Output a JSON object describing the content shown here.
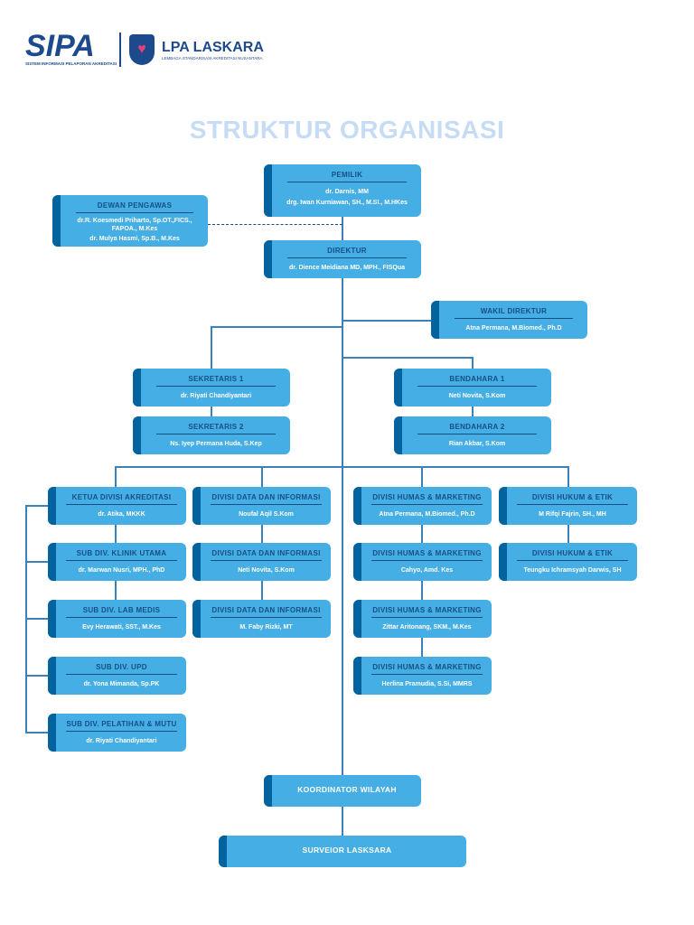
{
  "logos": {
    "sipa": "SIPA",
    "sipa_sub": "SISTEM INFORMASI PELAPORAN AKREDITASI",
    "lpa": "LPA LASKARA",
    "lpa_sub": "LEMBAGA STANDARISASI AKREDITASI NUSANTARA"
  },
  "title": "STRUKTUR ORGANISASI",
  "pemilik": {
    "title": "PEMILIK",
    "names": [
      "dr. Darnis, MM",
      "drg. Iwan Kurniawan, SH., M.SI., M.HKes"
    ]
  },
  "dewan": {
    "title": "DEWAN PENGAWAS",
    "names": [
      "dr.R. Koesmedi Priharto, Sp.OT.,FICS., FAPOA., M.Kes",
      "dr. Mulya Hasmi, Sp.B., M.Kes"
    ]
  },
  "direktur": {
    "title": "DIREKTUR",
    "name": "dr. Dience Meidiana MD, MPH., FISQua"
  },
  "wakil": {
    "title": "WAKIL DIREKTUR",
    "name": "Atna Permana, M.Biomed., Ph.D"
  },
  "sekretaris": [
    {
      "title": "SEKRETARIS 1",
      "name": "dr. Riyati Chandiyantari"
    },
    {
      "title": "SEKRETARIS 2",
      "name": "Ns. Iyep Permana Huda, S.Kep"
    }
  ],
  "bendahara": [
    {
      "title": "BENDAHARA 1",
      "name": "Neti Novita, S.Kom"
    },
    {
      "title": "BENDAHARA 2",
      "name": "Rian Akbar, S.Kom"
    }
  ],
  "akreditasi": [
    {
      "title": "KETUA DIVISI AKREDITASI",
      "name": "dr. Atika, MKKK"
    },
    {
      "title": "SUB DIV. KLINIK UTAMA",
      "name": "dr. Marwan Nusri, MPH., PhD"
    },
    {
      "title": "SUB DIV. LAB MEDIS",
      "name": "Evy Herawati, SST., M.Kes"
    },
    {
      "title": "SUB DIV. UPD",
      "name": "dr. Yona Mimanda, Sp.PK"
    },
    {
      "title": "SUB DIV. PELATIHAN & MUTU",
      "name": "dr. Riyati Chandiyantari"
    }
  ],
  "data_info": [
    {
      "title": "DIVISI DATA DAN INFORMASI",
      "name": "Noufal Aqil S.Kom"
    },
    {
      "title": "DIVISI DATA DAN INFORMASI",
      "name": "Neti Novita, S.Kom"
    },
    {
      "title": "DIVISI DATA DAN INFORMASI",
      "name": "M. Faby Rizki, MT"
    }
  ],
  "humas": [
    {
      "title": "DIVISI HUMAS & MARKETING",
      "name": "Atna Permana, M.Biomed., Ph.D"
    },
    {
      "title": "DIVISI HUMAS & MARKETING",
      "name": "Cahyo, Amd. Kes"
    },
    {
      "title": "DIVISI HUMAS & MARKETING",
      "name": "Zittar Aritonang, SKM., M.Kes"
    },
    {
      "title": "DIVISI HUMAS & MARKETING",
      "name": "Herlina Pramudia, S.Si, MMRS"
    }
  ],
  "hukum": [
    {
      "title": "DIVISI HUKUM & ETIK",
      "name": "M Rifqi Fajrin, SH., MH"
    },
    {
      "title": "DIVISI HUKUM & ETIK",
      "name": "Teungku Ichramsyah Darwis, SH"
    }
  ],
  "koordinator": "KOORDINATOR WILAYAH",
  "surveior": "SURVEIOR LASKSARA"
}
